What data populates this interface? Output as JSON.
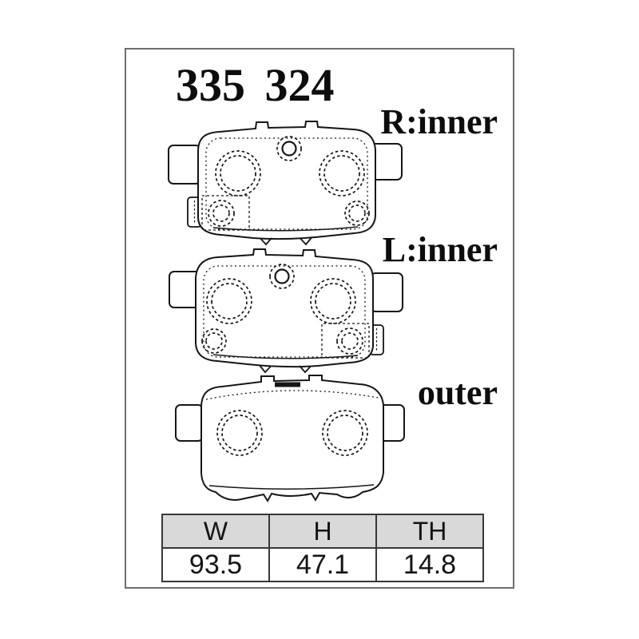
{
  "part_number": "335 324",
  "views": [
    {
      "id": "r-inner",
      "label": "R:inner"
    },
    {
      "id": "l-inner",
      "label": "L:inner"
    },
    {
      "id": "outer",
      "label": "outer"
    }
  ],
  "table": {
    "headers": [
      "W",
      "H",
      "TH"
    ],
    "values": [
      "93.5",
      "47.1",
      "14.8"
    ]
  },
  "colors": {
    "background": "#ffffff",
    "line_art": "#161616",
    "frame_border": "#6e6e6e",
    "table_border": "#383838",
    "table_header_bg": "#d9d9d9"
  }
}
